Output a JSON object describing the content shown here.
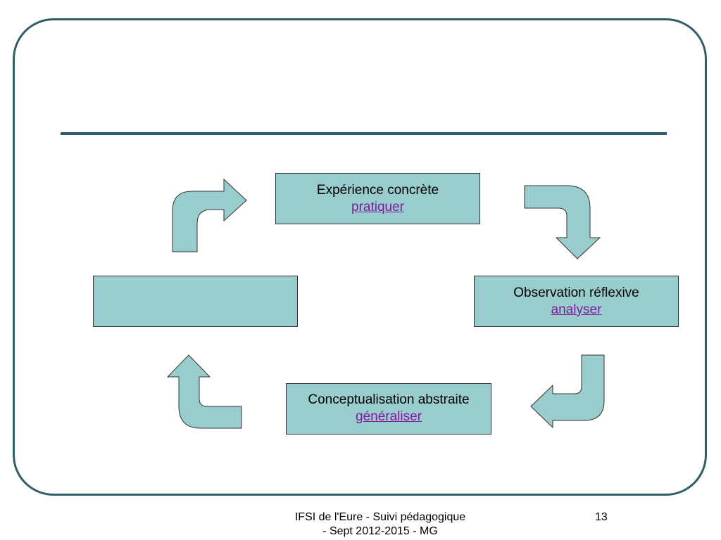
{
  "slide": {
    "cycle": {
      "top": {
        "label": "Expérience concrète",
        "link": "pratiquer"
      },
      "right": {
        "label": "Observation réflexive",
        "link": "analyser"
      },
      "bottom": {
        "label": "Conceptualisation abstraite",
        "link": "généraliser"
      },
      "left": {
        "label": "",
        "link": ""
      }
    },
    "footer": {
      "line1": "IFSI de l'Eure - Suivi pédagogique",
      "line2": "- Sept 2012-2015 - MG"
    },
    "page_number": "13"
  },
  "colors": {
    "frame": "#2f5f66",
    "box_fill": "#99cccc",
    "link": "#7f1c9f"
  }
}
